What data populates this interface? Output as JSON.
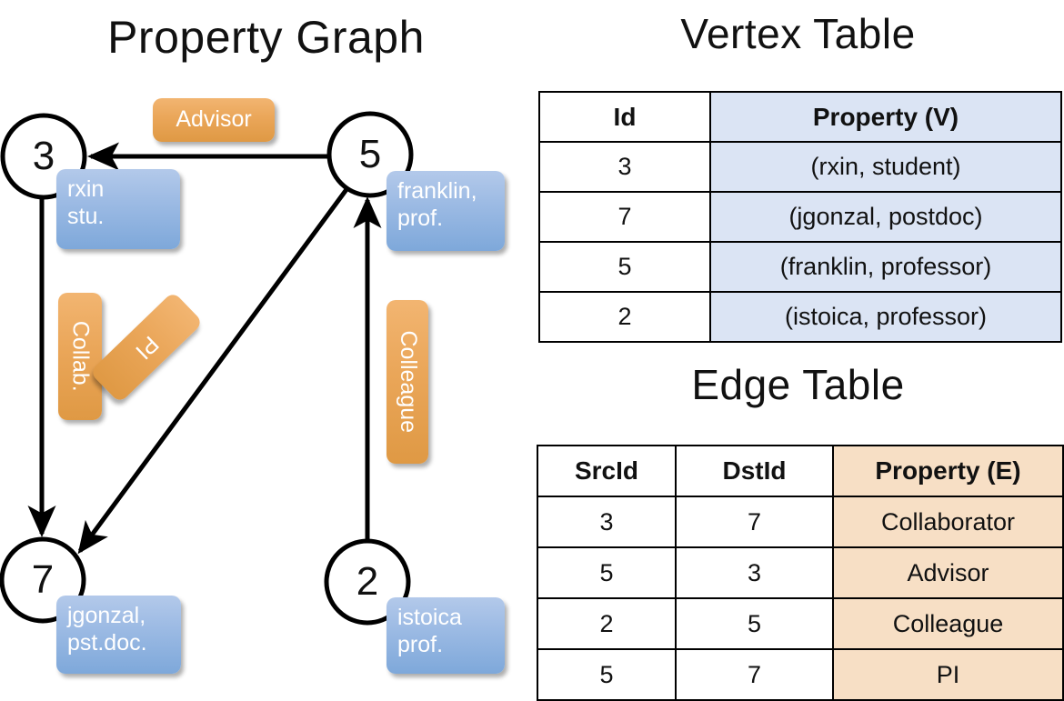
{
  "titles": {
    "property_graph": "Property Graph",
    "vertex_table": "Vertex Table",
    "edge_table": "Edge Table"
  },
  "graph": {
    "nodes": [
      {
        "id": "3",
        "label": "3",
        "property_box": "rxin\nstu."
      },
      {
        "id": "5",
        "label": "5",
        "property_box": "franklin,\nprof."
      },
      {
        "id": "7",
        "label": "7",
        "property_box": "jgonzal,\npst.doc."
      },
      {
        "id": "2",
        "label": "2",
        "property_box": "istoica\nprof."
      }
    ],
    "node_labels": {
      "n3": "3",
      "n5": "5",
      "n7": "7",
      "n2": "2"
    },
    "vertex_property_boxes": {
      "rxin_line1": "rxin",
      "rxin_line2": "stu.",
      "franklin_line1": "franklin,",
      "franklin_line2": "prof.",
      "jgonzal_line1": "jgonzal,",
      "jgonzal_line2": "pst.doc.",
      "istoica_line1": "istoica",
      "istoica_line2": "prof."
    },
    "edge_labels": {
      "advisor": "Advisor",
      "collab": "Collab.",
      "pi": "PI",
      "colleague": "Colleague"
    },
    "edges": [
      {
        "from": "5",
        "to": "3",
        "label": "Advisor"
      },
      {
        "from": "3",
        "to": "7",
        "label": "Collab."
      },
      {
        "from": "5",
        "to": "7",
        "label": "PI"
      },
      {
        "from": "2",
        "to": "5",
        "label": "Colleague"
      }
    ]
  },
  "vertex_table": {
    "headers": [
      "Id",
      "Property (V)"
    ],
    "rows": [
      {
        "id": "3",
        "property": "(rxin, student)"
      },
      {
        "id": "7",
        "property": "(jgonzal, postdoc)"
      },
      {
        "id": "5",
        "property": "(franklin, professor)"
      },
      {
        "id": "2",
        "property": "(istoica, professor)"
      }
    ]
  },
  "edge_table": {
    "headers": [
      "SrcId",
      "DstId",
      "Property (E)"
    ],
    "rows": [
      {
        "src": "3",
        "dst": "7",
        "property": "Collaborator"
      },
      {
        "src": "5",
        "dst": "3",
        "property": "Advisor"
      },
      {
        "src": "2",
        "dst": "5",
        "property": "Colleague"
      },
      {
        "src": "5",
        "dst": "7",
        "property": "PI"
      }
    ]
  },
  "colors": {
    "vertex_property_cell": "#dbe4f4",
    "edge_property_cell": "#f7dfc5",
    "vertex_box": "#9dbbe4",
    "edge_box": "#eaa659",
    "stroke": "#000000"
  }
}
